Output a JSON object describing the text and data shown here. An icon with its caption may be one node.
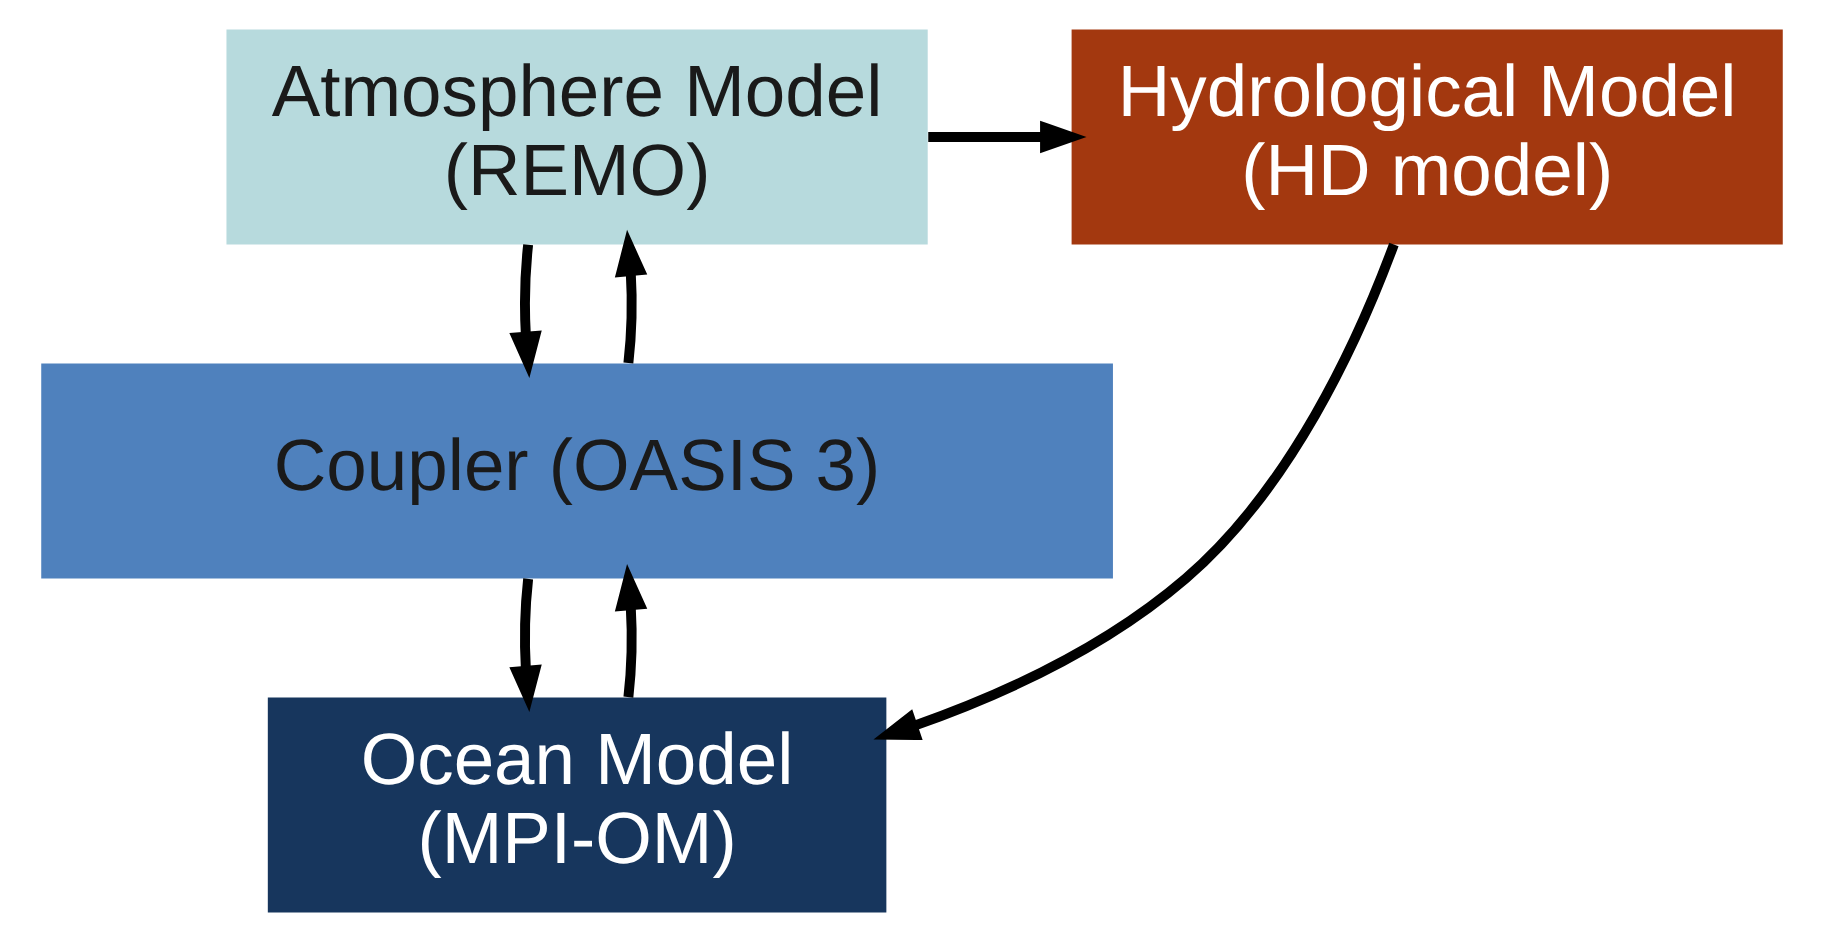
{
  "diagram": {
    "nodes": [
      {
        "text": [
          "Atmosphere Model (REMO)"
        ]
      },
      {
        "text": [
          "Hydrological Model (HD model)"
        ]
      },
      {
        "text": [
          "Coupler (OASIS 3)"
        ]
      },
      {
        "text": [
          "Ocean Model (MPI-OM)"
        ]
      }
    ],
    "edges": [
      {
        "from": 0,
        "to": 1,
        "arrow": "to"
      },
      {
        "from": 0,
        "to": 2,
        "arrow": "to"
      },
      {
        "from": 2,
        "to": 0,
        "arrow": "to"
      },
      {
        "from": 2,
        "to": 3,
        "arrow": "to"
      },
      {
        "from": 3,
        "to": 2,
        "arrow": "to"
      },
      {
        "from": 1,
        "to": 3,
        "arrow": "to"
      }
    ]
  }
}
